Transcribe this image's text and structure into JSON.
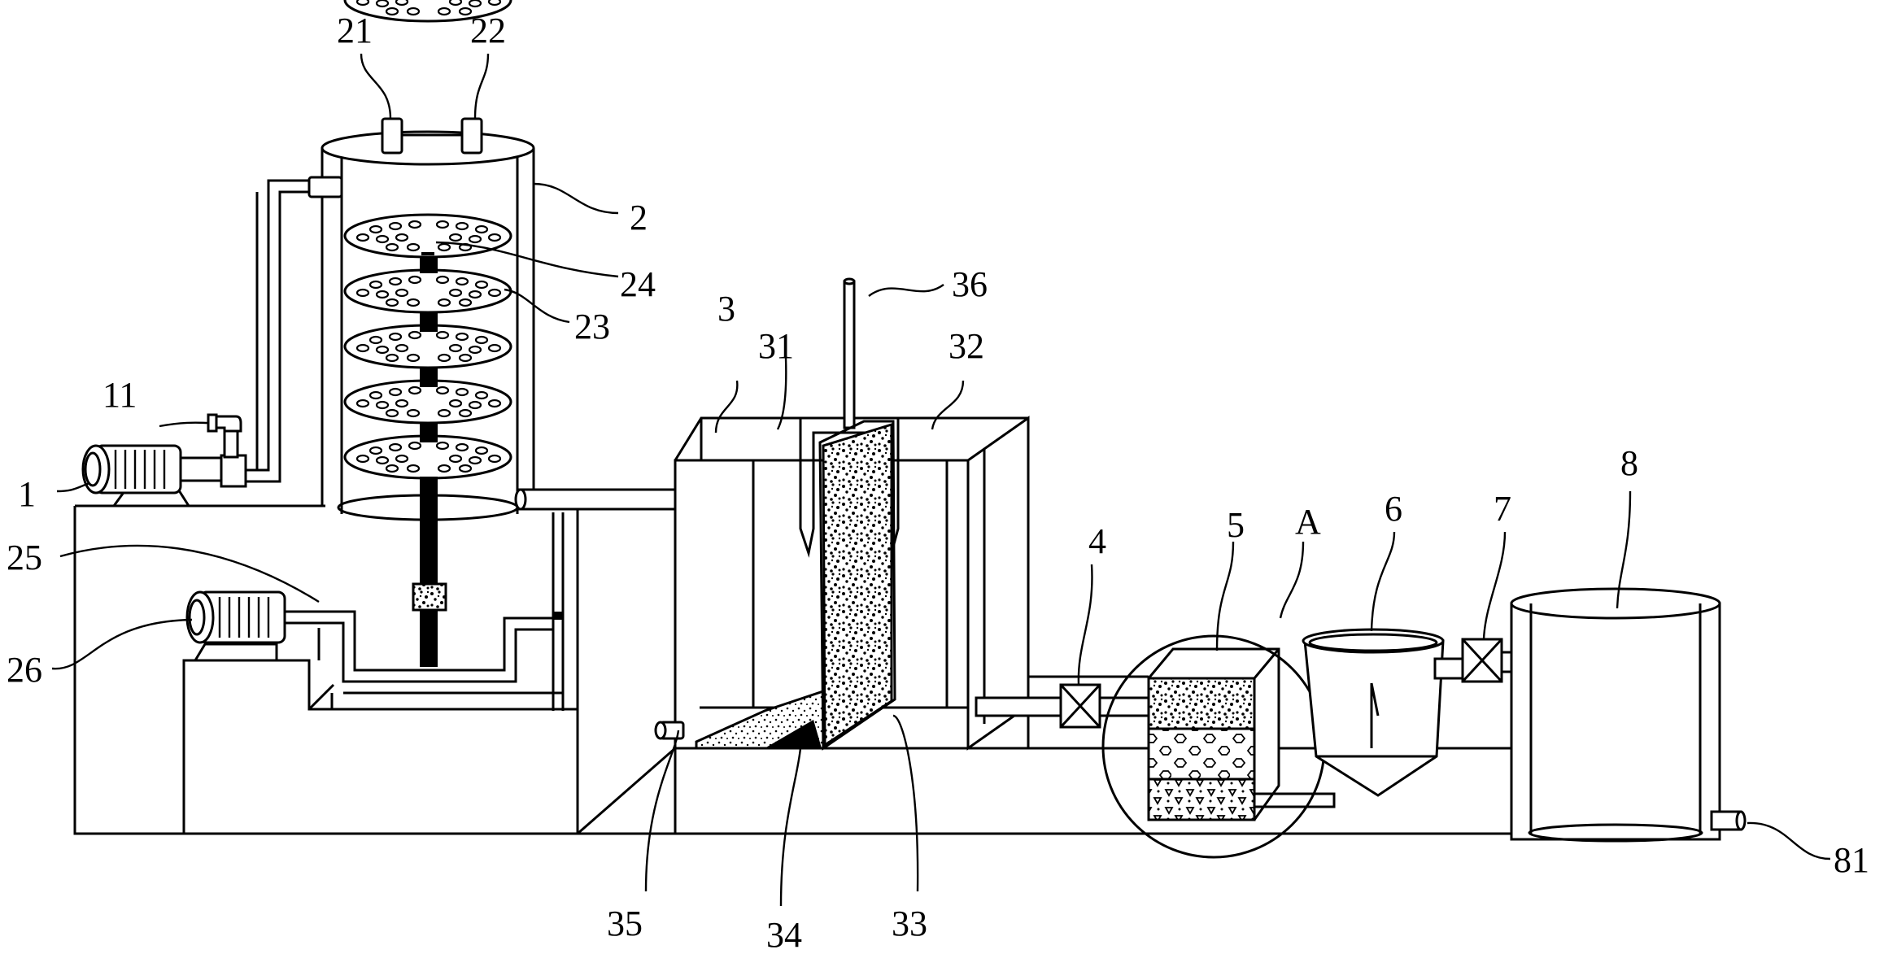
{
  "figure": {
    "labels": {
      "l1": "1",
      "l2": "2",
      "l3": "3",
      "l4": "4",
      "l5": "5",
      "l6": "6",
      "l7": "7",
      "l8": "8",
      "l11": "11",
      "l21": "21",
      "l22": "22",
      "l23": "23",
      "l24": "24",
      "l25": "25",
      "l26": "26",
      "l31": "31",
      "l32": "32",
      "l33": "33",
      "l34": "34",
      "l35": "35",
      "l36": "36",
      "l81": "81",
      "lA": "A"
    }
  }
}
